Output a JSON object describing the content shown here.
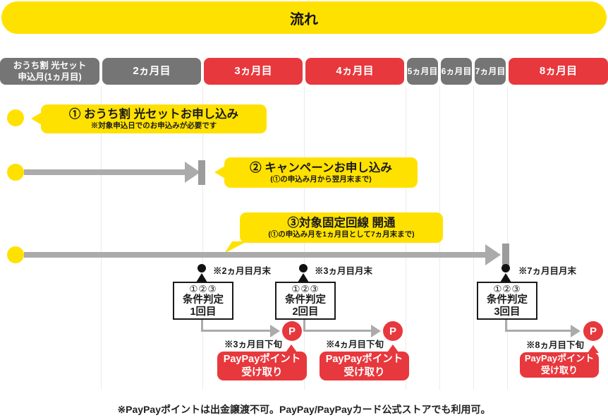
{
  "title": "流れ",
  "header": {
    "columns": [
      {
        "line1": "おうち割 光セット",
        "line2": "申込月(1ヵ月目)"
      },
      {
        "line1": "2ヵ月目"
      },
      {
        "line1": "3ヵ月目"
      },
      {
        "line1": "4ヵ月目"
      },
      {
        "line1": "5ヵ月目"
      },
      {
        "line1": "6ヵ月目"
      },
      {
        "line1": "7ヵ月目"
      },
      {
        "line1": "8ヵ月目"
      }
    ]
  },
  "steps": [
    {
      "title": "① おうち割 光セットお申し込み",
      "note": "※対象申込日でのお申込みが必要です"
    },
    {
      "title": "② キャンペーンお申し込み",
      "note": "(①の申込み月から翌月末まで)"
    },
    {
      "title": "③対象固定回線 開通",
      "note": "(①の申込み月を1ヵ月目として7ヵ月末まで)"
    }
  ],
  "judgments": [
    {
      "marker": "※2ヵ月目月末",
      "numbers": "①②③",
      "box_line1": "条件判定",
      "box_line2": "1回目",
      "timing": "※3ヵ月目下旬",
      "point_label": "P",
      "payout_line1": "PayPayポイント",
      "payout_line2": "受け取り"
    },
    {
      "marker": "※3ヵ月目月末",
      "numbers": "①②③",
      "box_line1": "条件判定",
      "box_line2": "2回目",
      "timing": "※4ヵ月目下旬",
      "point_label": "P",
      "payout_line1": "PayPayポイント",
      "payout_line2": "受け取り"
    },
    {
      "marker": "※7ヵ月目月末",
      "numbers": "①②③",
      "box_line1": "条件判定",
      "box_line2": "3回目",
      "timing": "※8ヵ月目下旬",
      "point_label": "P",
      "payout_line1": "PayPayポイント",
      "payout_line2": "受け取り"
    }
  ],
  "footnote": "※PayPayポイントは出金譲渡不可。PayPay/PayPayカード公式ストアでも利用可。",
  "colors": {
    "brand_yellow": "#ffe100",
    "accent_red": "#e7383d",
    "neutral_gray": "#757575",
    "arrow_gray": "#ababab",
    "end_bar_gray": "#9c9c9c"
  }
}
